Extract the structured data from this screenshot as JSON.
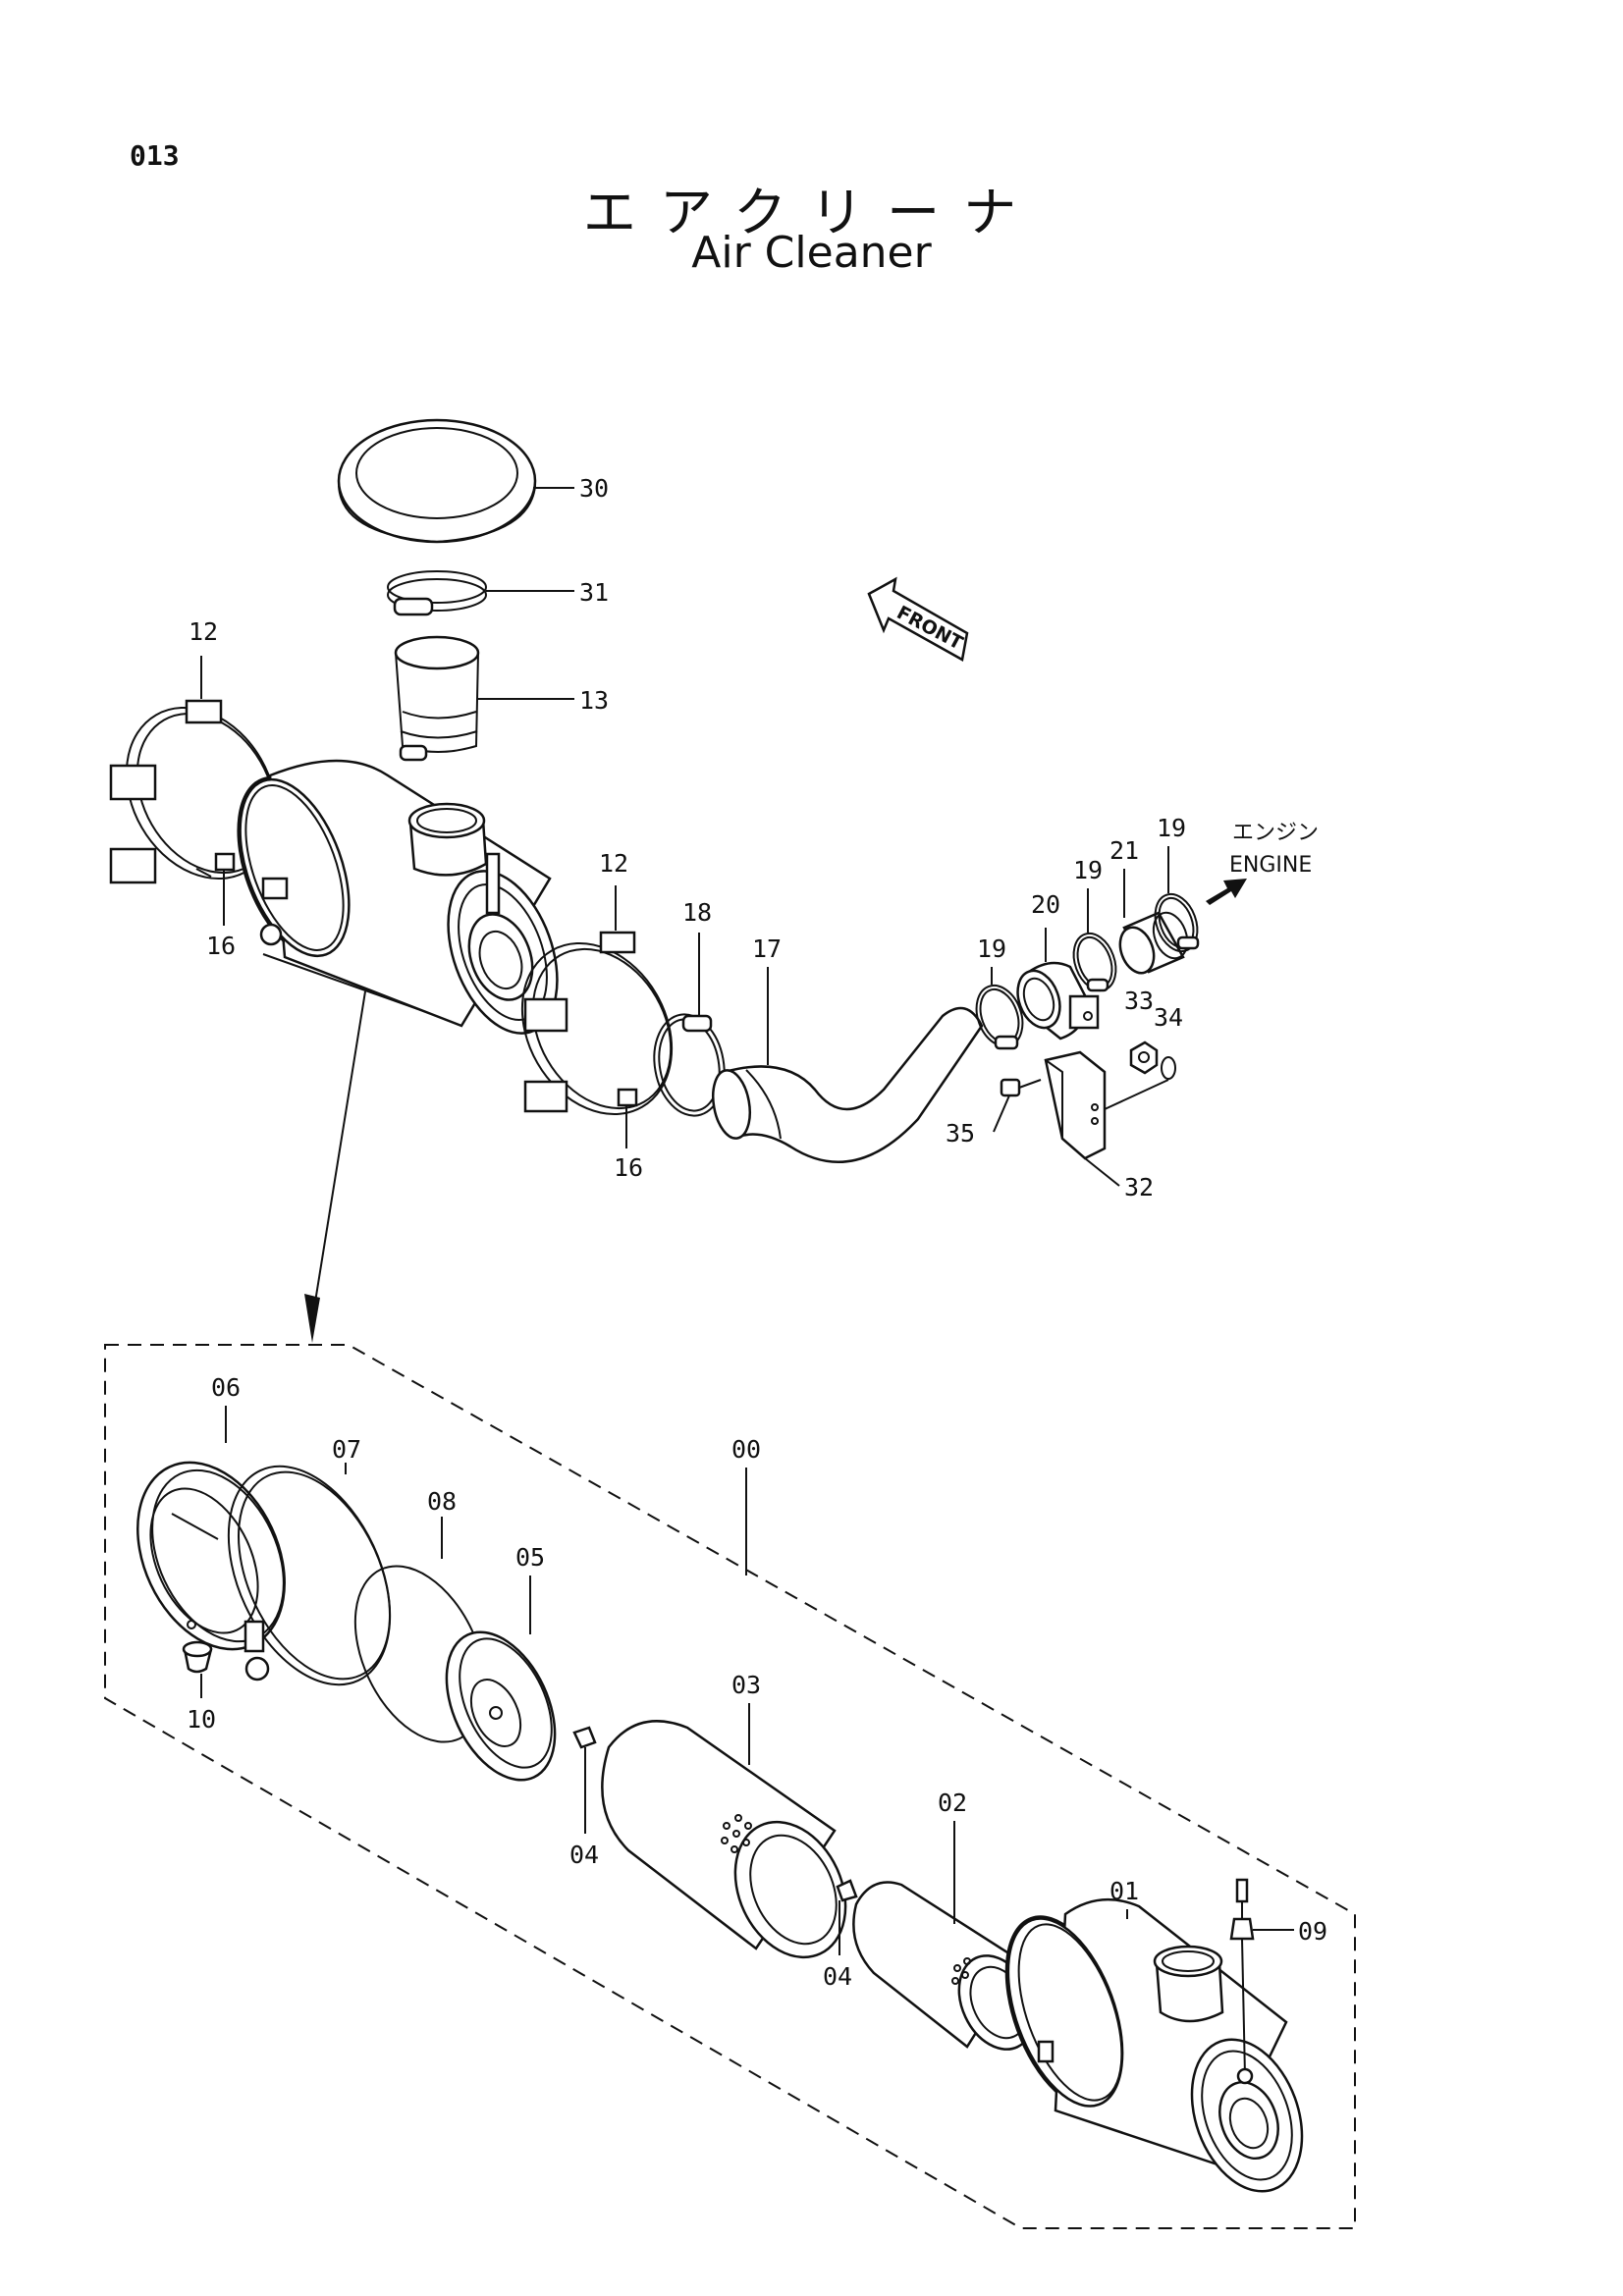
{
  "page_number": "013",
  "title_jp": "エアクリーナ",
  "title_en": "Air Cleaner",
  "front_marker": "FRONT",
  "engine_jp": "エンジン",
  "engine_en": "ENGINE",
  "labels": {
    "p30": "30",
    "p31": "31",
    "p13": "13",
    "p12a": "12",
    "p16a": "16",
    "p12b": "12",
    "p16b": "16",
    "p18": "18",
    "p17": "17",
    "p19a": "19",
    "p20": "20",
    "p19b": "19",
    "p21": "21",
    "p19c": "19",
    "p33": "33",
    "p34": "34",
    "p35": "35",
    "p32": "32",
    "p00": "00",
    "p06": "06",
    "p07": "07",
    "p08": "08",
    "p05": "05",
    "p10": "10",
    "p04a": "04",
    "p03": "03",
    "p04b": "04",
    "p02": "02",
    "p01": "01",
    "p09": "09"
  }
}
